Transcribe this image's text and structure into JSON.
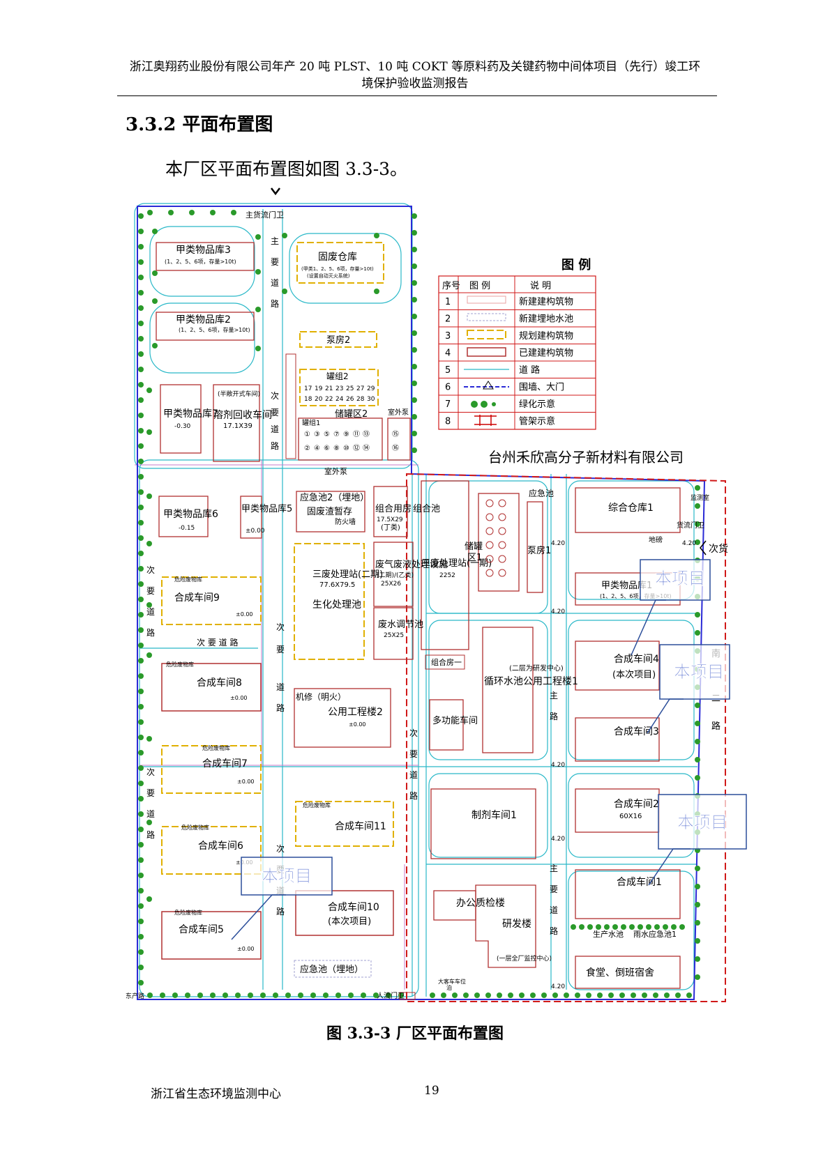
{
  "header": {
    "line1": "浙江奥翔药业股份有限公司年产 20 吨 PLST、10 吨 COKT 等原料药及关键药物中间体项目（先行）竣工环",
    "line2": "境保护验收监测报告"
  },
  "section_title": "3.3.2 平面布置图",
  "intro_text": "本厂区平面布置图如图 3.3-3。",
  "caption": "图 3.3-3  厂区平面布置图",
  "footer": {
    "org": "浙江省生态环境监测中心",
    "page": "19"
  },
  "colors": {
    "boundary": "#2a2ad6",
    "planned": "#e0b000",
    "built": "#b03030",
    "road": "#29b8c8",
    "neighbor": "#d01818",
    "callout": "#2b4e9a",
    "tree": "#2a9a2a"
  },
  "legend": {
    "title": "图    例",
    "headers": [
      "序号",
      "图    例",
      "说    明"
    ],
    "rows": [
      {
        "no": "1",
        "desc": "新建建构筑物"
      },
      {
        "no": "2",
        "desc": "新建埋地水池"
      },
      {
        "no": "3",
        "desc": "规划建构筑物"
      },
      {
        "no": "4",
        "desc": "已建建构筑物"
      },
      {
        "no": "5",
        "desc": "道    路"
      },
      {
        "no": "6",
        "desc": "围墙、大门"
      },
      {
        "no": "7",
        "desc": "绿化示意"
      },
      {
        "no": "8",
        "desc": "管架示意"
      }
    ]
  },
  "map": {
    "labels": {
      "main_gate": "主货流门卫",
      "main_road_v": [
        "主",
        "要",
        "道",
        "路"
      ],
      "jia3": "甲类物品库3",
      "jia3_sub": "(1、2、5、6项，存量>10t)",
      "gufei": "固废仓库",
      "gufei_sub1": "(甲类1、2、5、6项，存量>10t)",
      "gufei_sub2": "(设置自动灭火系统)",
      "jia2": "甲类物品库2",
      "jia2_sub": "(1、2、5、6项，存量>10t)",
      "bengfang2": "泵房2",
      "guanzu2": "罐组2",
      "tank_top": [
        "17",
        "19",
        "21",
        "23",
        "25",
        "27",
        "29"
      ],
      "tank_bot": [
        "18",
        "20",
        "22",
        "24",
        "26",
        "28",
        "30"
      ],
      "jia7": "甲类物品库7",
      "jia7_elev": "-0.30",
      "rongji_note": "(半敞开式车间)",
      "rongji": "溶剂回收车间",
      "rongji_size": "17.1X39",
      "chuguan2": "储罐区2",
      "shiwaibeng_r": "室外泵",
      "guanzu1": "罐组1",
      "small_tanks": [
        "①",
        "③",
        "⑤",
        "⑦",
        "⑨",
        "⑪",
        "⑬",
        "②",
        "④",
        "⑥",
        "⑧",
        "⑩",
        "⑫",
        "⑭",
        "⑮",
        "⑯"
      ],
      "cyi_v": [
        "次",
        "要",
        "道",
        "路"
      ],
      "shiwaibeng_b": "室外泵",
      "neighbor_name": "台州禾欣高分子新材料有限公司",
      "jia6": "甲类物品库6",
      "jia6_elev": "-0.15",
      "jia5": "甲类物品库5",
      "jia5_elev": "±0.00",
      "yingji2": "应急池2（埋地）",
      "gufeizhaqu": "固废渣暂存",
      "fanghuoqiang": "防火墙",
      "zuhe_yong": "组合用房",
      "zuhe_size": "17.5X29",
      "dingxi": "(丁类)",
      "zuhechi": "组合池",
      "sanfei2": "三废处理站(二期)",
      "sanfei2_size": "77.6X79.5",
      "shenghua": "生化处理池",
      "feiqi": "废气废液处理设施",
      "feiqi_sub": "(二期)/(乙类)",
      "feiqi_size": "25X26",
      "feishui": "废水调节池",
      "feishui_size": "25X25",
      "sanfei1": "三废处理站(一期)",
      "sanfei1_size": "2252",
      "zuhefang1": "组合房一",
      "chuguanqu1a": "储罐",
      "chuguanqu1b": "区1",
      "yingjichi_r": "应急池",
      "bengfang1": "泵房1",
      "zonghe": "综合仓库1",
      "jianceshi": "监测室",
      "huoliu": "货流门卫",
      "dibang": "地磅",
      "cihuo": "次货",
      "elev420": "4.20",
      "jia1": "甲类物品库1",
      "jia1_sub": "(1、2、5、6项，存量>10t)",
      "xunhuan": "循环水池",
      "gongyong1": "公用工程楼1",
      "gongyong1_note": "(二层为研发中心)",
      "hecheng4": "合成车间4",
      "hecheng4_note": "(本次项目)",
      "hecheng3": "合成车间3",
      "hecheng2": "合成车间2",
      "hecheng2_size": "60X16",
      "hecheng1": "合成车间1",
      "zhiji": "制剂车间1",
      "duogong": "多功能车间",
      "jixiu": "机修（明火）",
      "gongyong2": "公用工程楼2",
      "hecheng9": "合成车间9",
      "hecheng8": "合成车间8",
      "hecheng7": "合成车间7",
      "hecheng6": "合成车间6",
      "hecheng5": "合成车间5",
      "hecheng11": "合成车间11",
      "hecheng10": "合成车间10",
      "hecheng10_note": "(本次项目)",
      "danger_tag": "危险废物库",
      "elev0": "±0.00",
      "ciyao_h": "次 要 道 路",
      "bangong": "办公质检楼",
      "yanfa": "研发楼",
      "jiankong": "(一层全厂监控中心)",
      "shengchan_shui": "生产水池",
      "yushui": "雨水应急池1",
      "shitang": "食堂、倒班宿舍",
      "yingji_bottom": "应急池（埋地）",
      "renliu": "人流门卫",
      "dake": "大客车车位",
      "dake2": "泊",
      "road_south": [
        "南",
        "二",
        "路"
      ],
      "zhuyao_right": [
        "主",
        "要",
        "道",
        "路"
      ],
      "west_label": "东产路"
    },
    "callout_text": "本项目"
  }
}
